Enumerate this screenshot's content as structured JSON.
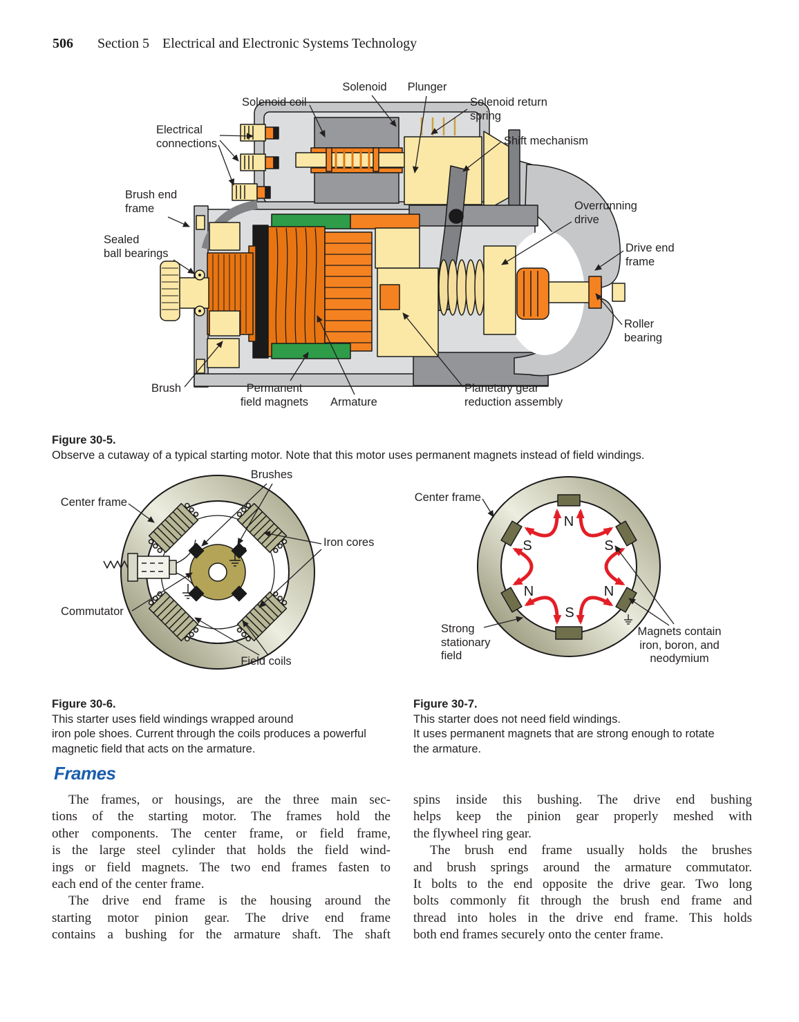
{
  "colors": {
    "heading_blue": "#1A5DAD",
    "field_arrow_red": "#E31E26",
    "magnet_green": "#2E9C48",
    "winding_orange": "#F58220",
    "winding_orange_dark": "#E87511",
    "housing_gray": "#C6C7C9",
    "frame_olive": "#8A8A6A",
    "pole_magnet_olive": "#6F6F4C",
    "commutator_khaki": "#B3A458",
    "cream": "#FBE8A6"
  },
  "header": {
    "page_number": "506",
    "section_label": "Section 5",
    "section_title": "Electrical and Electronic Systems Technology"
  },
  "figure_motor": {
    "labels": {
      "solenoid": "Solenoid",
      "plunger": "Plunger",
      "solenoid_coil": "Solenoid coil",
      "solenoid_return_spring": "Solenoid return\nspring",
      "electrical_connections": "Electrical\nconnections",
      "shift_mechanism": "Shift mechanism",
      "brush_end_frame": "Brush end\nframe",
      "sealed_ball_bearings": "Sealed\nball bearings",
      "brush": "Brush",
      "permanent_field_magnets": "Permanent\nfield magnets",
      "armature": "Armature",
      "planetary_gear": "Planetary gear\nreduction assembly",
      "overrunning_drive": "Overrunning\ndrive",
      "drive_end_frame": "Drive end\nframe",
      "roller_bearing": "Roller\nbearing"
    },
    "caption_label": "Figure 30-5.",
    "caption_text": "Observe a cutaway of a typical starting motor. Note that this motor uses permanent magnets instead of field windings."
  },
  "figure_field_windings": {
    "labels": {
      "brushes": "Brushes",
      "center_frame": "Center frame",
      "iron_cores": "Iron cores",
      "commutator": "Commutator",
      "field_coils": "Field coils"
    },
    "caption_label": "Figure 30-6.",
    "caption_text": "This starter uses field windings wrapped around\niron pole shoes. Current through the coils produces a powerful\nmagnetic field that acts on the armature."
  },
  "figure_permanent_magnets": {
    "labels": {
      "center_frame": "Center frame",
      "strong_stationary_field": "Strong\nstationary\nfield",
      "magnets_contain": "Magnets contain\niron, boron, and\nneodymium"
    },
    "poles": {
      "top": "N",
      "upper_left": "S",
      "upper_right": "S",
      "lower_left": "N",
      "lower_right": "N",
      "bottom": "S"
    },
    "caption_label": "Figure 30-7.",
    "caption_text": "This starter does not need field windings.\nIt uses permanent magnets that are strong enough to rotate\nthe armature."
  },
  "body": {
    "heading": "Frames",
    "left_lines": [
      "The frames, or housings, are the three main sec-",
      "tions of the starting motor. The frames hold the",
      "other components. The center frame, or field frame,",
      "is the large steel cylinder that holds the field wind-",
      "ings or field magnets. The two end frames fasten to",
      "each end of the center frame.",
      "The drive end frame is the housing around the",
      "starting motor pinion gear. The drive end frame",
      "contains a bushing for the armature shaft. The shaft"
    ],
    "right_lines": [
      "spins inside this bushing. The drive end bushing",
      "helps keep the pinion gear properly meshed with",
      "the flywheel ring gear.",
      "The brush end frame usually holds the brushes",
      "and brush springs around the armature commutator.",
      "It bolts to the end opposite the drive gear. Two long",
      "bolts commonly fit through the brush end frame and",
      "thread into holes in the drive end frame. This holds",
      "both end frames securely onto the center frame."
    ]
  }
}
